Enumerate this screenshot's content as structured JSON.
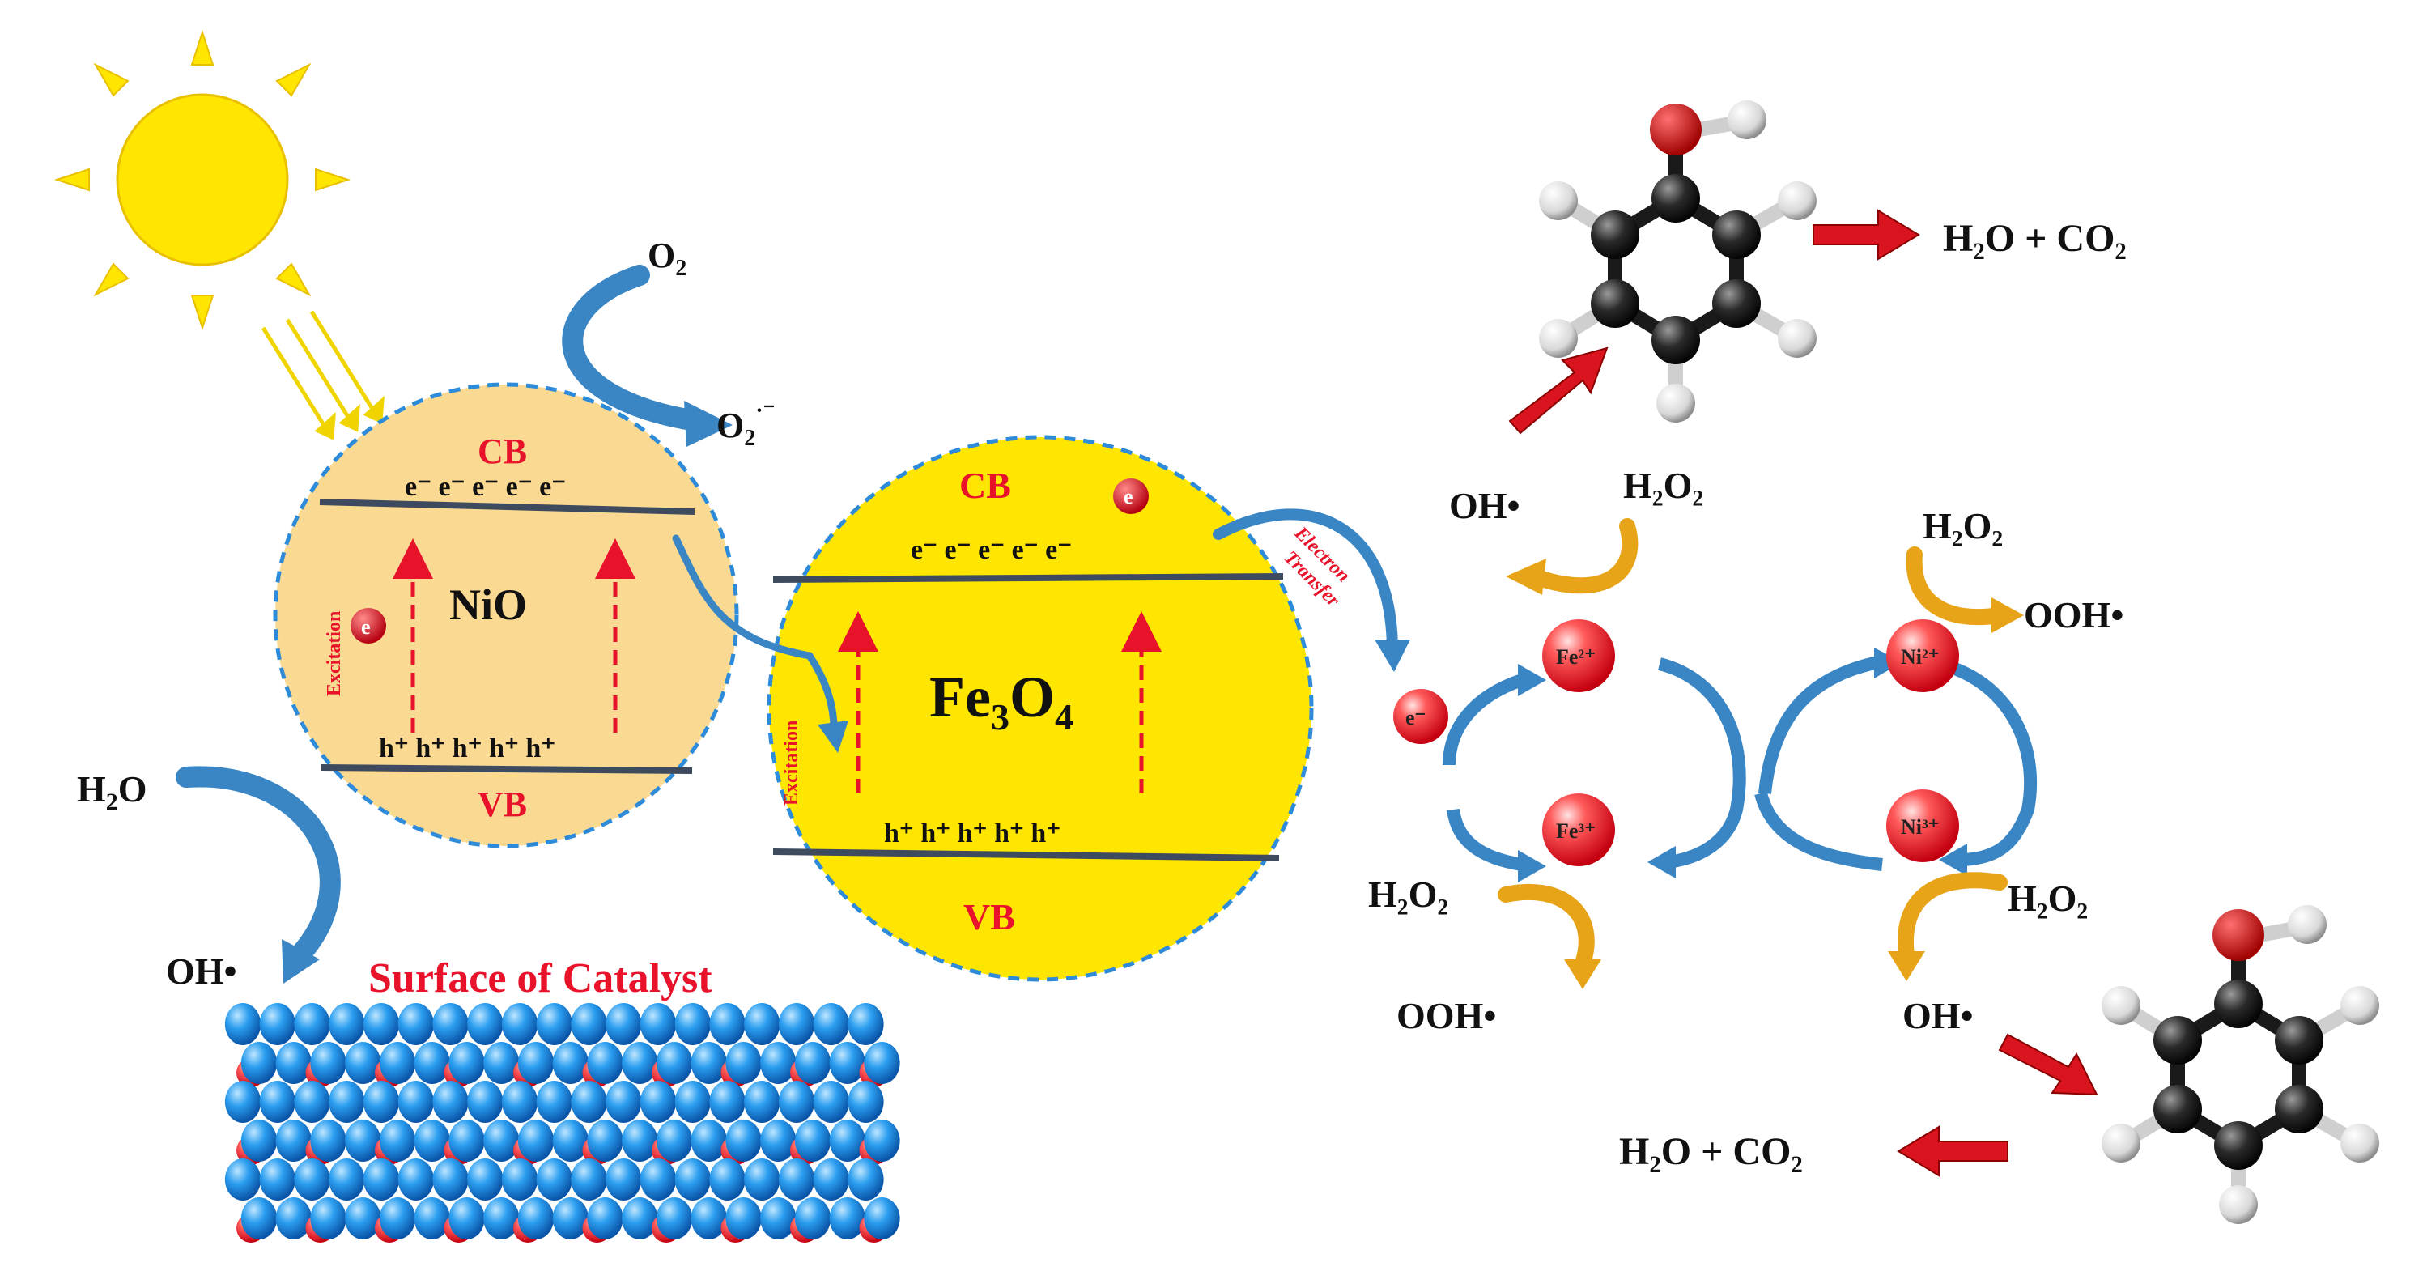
{
  "left_band": {
    "nio": {
      "cb": "CB",
      "vb": "VB",
      "name": "NiO",
      "excitation": "Excitation",
      "electrons": "e⁻ e⁻ e⁻ e⁻ e⁻",
      "holes": "h⁺ h⁺ h⁺ h⁺ h⁺",
      "e_marker": "e"
    },
    "fe3o4": {
      "cb": "CB",
      "vb": "VB",
      "name_main": "Fe",
      "name_sub1": "3",
      "name_mid": "O",
      "name_sub2": "4",
      "excitation": "Excitation",
      "electrons": "e⁻ e⁻ e⁻ e⁻ e⁻",
      "holes": "h⁺ h⁺ h⁺ h⁺ h⁺",
      "e_marker": "e"
    }
  },
  "oxygen": {
    "o2": "O",
    "o2_sub": "2",
    "o2_minus": "O",
    "o2_minus_sub": "2",
    "o2_minus_sup": "·⁻"
  },
  "water": {
    "h2o_a": "H",
    "h2o_sub": "2",
    "h2o_b": "O",
    "oh_radical": "OH•"
  },
  "surface_label": "Surface of Catalyst",
  "electron_transfer": {
    "line1": "Electron",
    "line2": "Transfer",
    "e_free": "e⁻"
  },
  "cycle": {
    "fe2": "Fe²⁺",
    "fe3": "Fe³⁺",
    "ni2": "Ni²⁺",
    "ni3": "Ni³⁺",
    "oh_top": "OH•",
    "h2o2_top": "H₂O₂",
    "h2o2_ni_top": "H₂O₂",
    "ooh_ni_top": "OOH•",
    "h2o2_fe_bottom": "H₂O₂",
    "ooh_fe_bottom": "OOH•",
    "h2o2_ni_bottom": "H₂O₂",
    "oh_ni_bottom": "OH•"
  },
  "products": {
    "top": "H₂O + CO₂",
    "bottom": "H₂O + CO₂"
  },
  "colors": {
    "sun": "#FFE600",
    "nio_fill": "#FAD992",
    "fe3o4_fill": "#FFE600",
    "label_red": "#E8132B",
    "blue_arrow": "#3A86C5",
    "orange_arrow": "#E8A418",
    "red_arrow": "#D9141E",
    "sphere_blue": "#1E90E6",
    "sphere_red": "#E0101C"
  }
}
